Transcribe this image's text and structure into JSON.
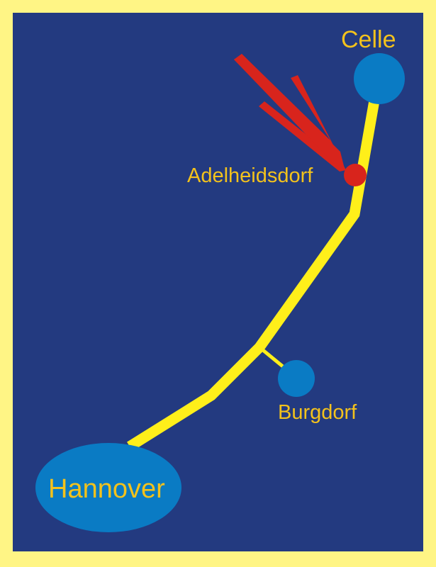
{
  "colors": {
    "border": "#fff585",
    "background": "#233a80",
    "road": "#ffef1a",
    "city": "#0a7bc4",
    "label": "#f3c21c",
    "marker": "#d8241c",
    "arrow": "#d8241c"
  },
  "places": {
    "celle": {
      "label": "Celle"
    },
    "adelheidsdorf": {
      "label": "Adelheidsdorf"
    },
    "burgdorf": {
      "label": "Burgdorf"
    },
    "hannover": {
      "label": "Hannover"
    }
  }
}
